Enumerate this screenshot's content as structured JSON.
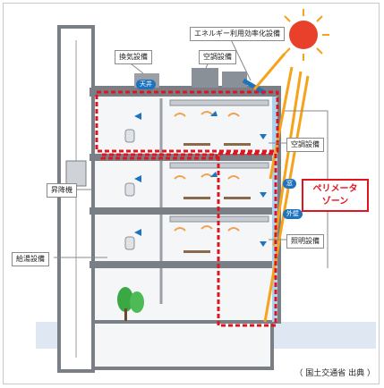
{
  "labels": {
    "energy": "エネルギー利用効率化設備",
    "exhaust": "換気設備",
    "hvac_roof": "空調設備",
    "elevator": "昇降機",
    "hvac_side": "空調設備",
    "lighting": "照明設備",
    "water": "給湯設備"
  },
  "pills": {
    "ceiling": "天井",
    "glass": "窓",
    "shade": "外壁"
  },
  "perimeter": {
    "line1": "ペリメータ",
    "line2": "ゾーン"
  },
  "source": "（ 国土交通省 出典 ）",
  "colors": {
    "structure": "#7a7f86",
    "perimeter_red": "#e0141e",
    "sun": "#e8402a",
    "sun_rays": "#f6a21a",
    "accent_blue": "#1e73be"
  }
}
